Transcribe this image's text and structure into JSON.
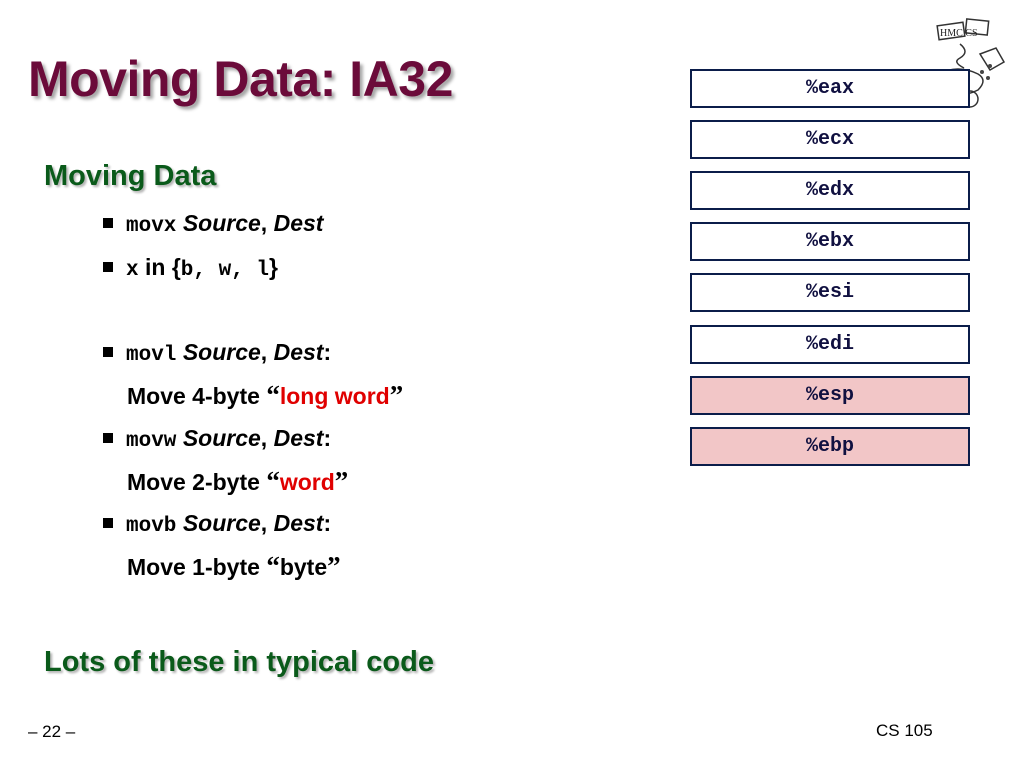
{
  "slide": {
    "title": "Moving Data: IA32",
    "section1": "Moving Data",
    "section2": "Lots of these in typical code",
    "page_number": "– 22 –",
    "course": "CS 105"
  },
  "bullets": {
    "b1": {
      "code": "movx",
      "space": " ",
      "source": "Source",
      "comma": ", ",
      "dest": "Dest"
    },
    "b2": {
      "code": "x",
      "mid": " in {",
      "list": "b, w, l",
      "end": "}"
    },
    "b3": {
      "code": "movl",
      "source": "Source",
      "comma": ", ",
      "dest": "Dest",
      "colon": ":"
    },
    "b3_sub": {
      "pre": "Move 4-byte ",
      "open_q": "“",
      "hl": "long word",
      "close_q": "”"
    },
    "b4": {
      "code": "movw",
      "source": "Source",
      "comma": ", ",
      "dest": "Dest",
      "colon": ":"
    },
    "b4_sub": {
      "pre": "Move 2-byte ",
      "open_q": "“",
      "hl": "word",
      "close_q": "”"
    },
    "b5": {
      "code": "movb",
      "source": "Source",
      "comma": ", ",
      "dest": "Dest",
      "colon": ":"
    },
    "b5_sub": {
      "pre": "Move 1-byte ",
      "open_q": "“",
      "hl": "byte",
      "close_q": "”"
    }
  },
  "registers": [
    {
      "name": "%eax",
      "highlight": false
    },
    {
      "name": "%ecx",
      "highlight": false
    },
    {
      "name": "%edx",
      "highlight": false
    },
    {
      "name": "%ebx",
      "highlight": false
    },
    {
      "name": "%esi",
      "highlight": false
    },
    {
      "name": "%edi",
      "highlight": false
    },
    {
      "name": "%esp",
      "highlight": true
    },
    {
      "name": "%ebp",
      "highlight": true
    }
  ],
  "logo": {
    "label": "HMC CS",
    "icon": "hmc-cs-logo-icon"
  },
  "colors": {
    "title": "#6b0b3a",
    "heading": "#0a5a1a",
    "highlight_text": "#e00000",
    "register_pink": "#f2c6c7",
    "register_border": "#0b1d4a"
  }
}
